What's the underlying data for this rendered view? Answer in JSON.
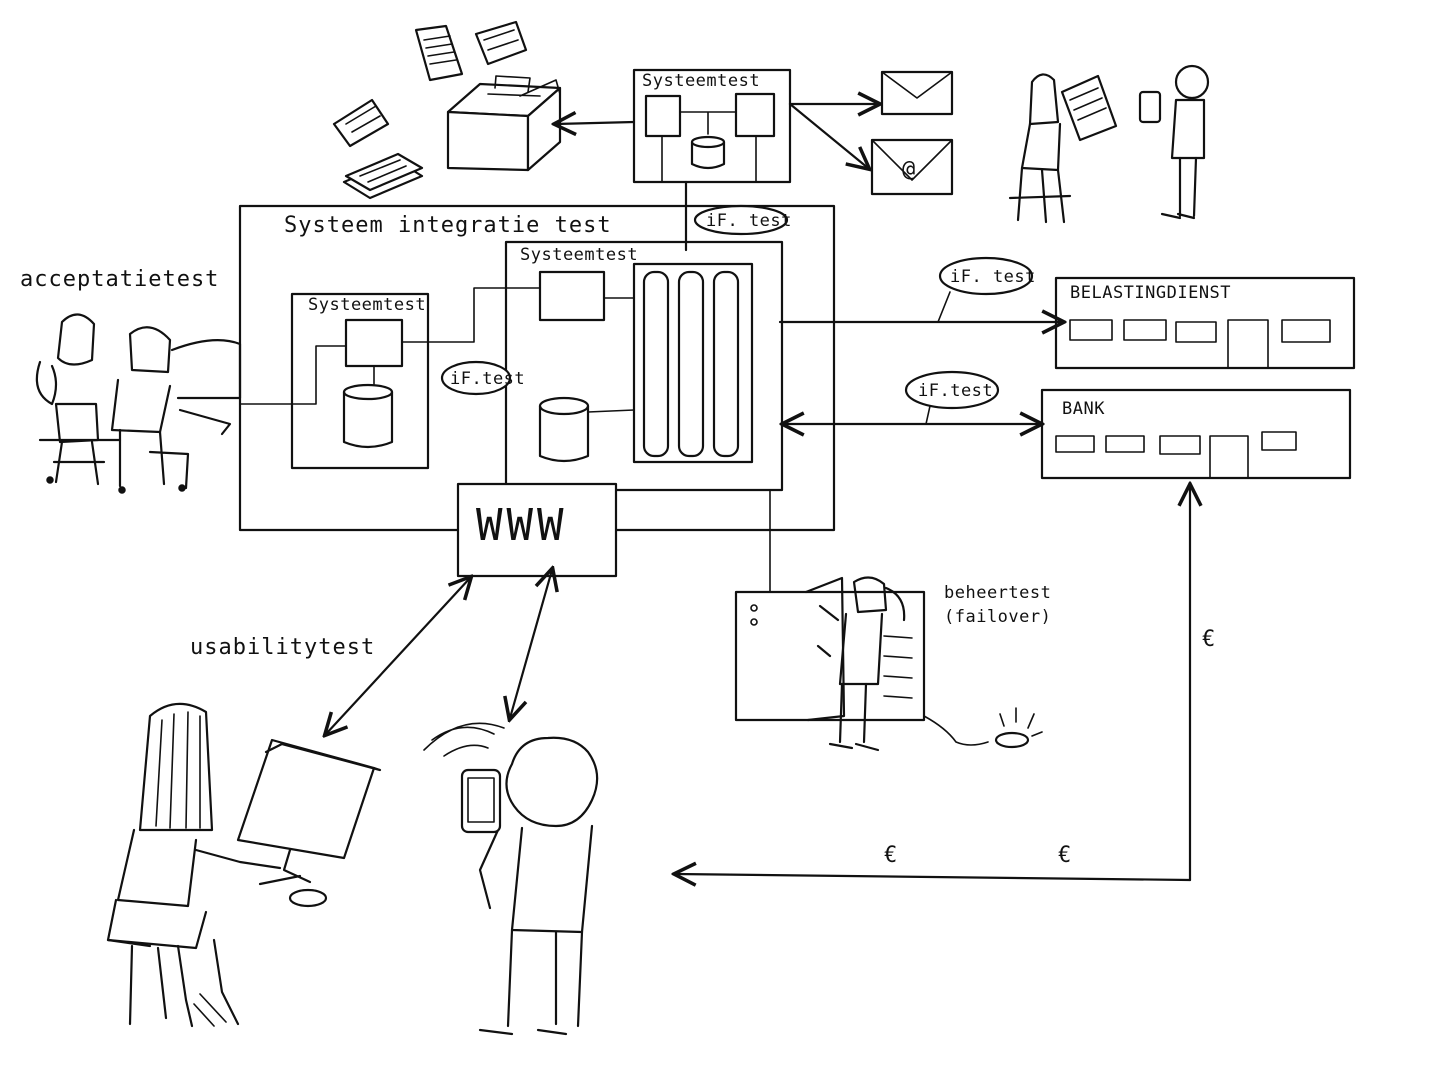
{
  "labels": {
    "systeemtest_top": "Systeemtest",
    "systeemintegratie": "Systeem integratie test",
    "systeemtest_center": "Systeemtest",
    "systeemtest_left": "Systeemtest",
    "acceptatietest": "acceptatietest",
    "usabilitytest": "usabilitytest",
    "beheertest": "beheertest",
    "failover": "(failover)",
    "www": "WWW",
    "belastingdienst": "BELASTINGDIENST",
    "bank": "BANK",
    "if_test_top": "iF. test",
    "if_test_center": "iF.test",
    "if_test_belasting": "iF. test",
    "if_test_bank": "iF.test",
    "euro_1": "€",
    "euro_2": "€",
    "euro_3": "€"
  },
  "icons": [
    "printer-icon",
    "envelope-icon",
    "email-icon",
    "database-icon",
    "server-rack-icon",
    "monitor-icon",
    "smartphone-icon",
    "building-icon",
    "power-plug-icon"
  ]
}
